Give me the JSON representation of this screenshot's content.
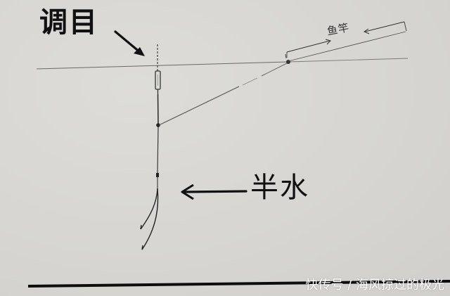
{
  "diagram": {
    "labels": {
      "adjust_target": "调目",
      "half_water": "半水",
      "fishing_rod": "鱼竿"
    },
    "watermark": "快传号 / 海风掠过的极光",
    "colors": {
      "paper": "#d8d7d3",
      "ink": "#111111",
      "pencil": "#555555",
      "watermark": "#ffffff"
    },
    "elements": [
      "water-surface-line",
      "float",
      "main-line",
      "split-shot",
      "rod-line",
      "rod-tip",
      "hook-links",
      "ground-line"
    ]
  }
}
